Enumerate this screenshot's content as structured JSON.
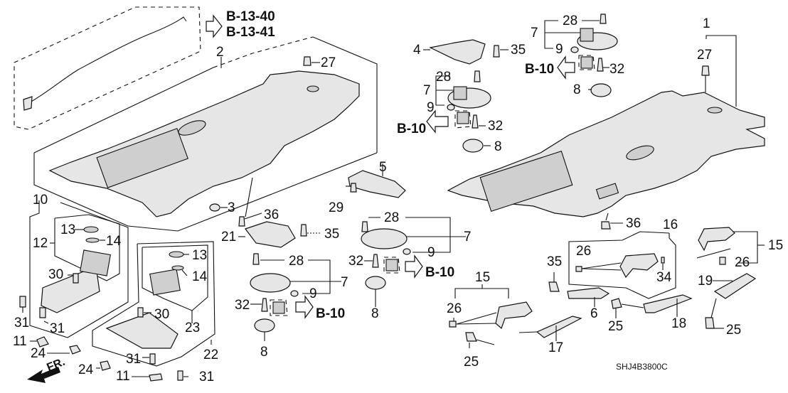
{
  "diagram": {
    "code": "SHJ4B3800C",
    "front_indicator": "FR.",
    "references": [
      {
        "id": "ref-b13",
        "lines": [
          "B-13-40",
          "B-13-41"
        ]
      },
      {
        "id": "ref-b10-a",
        "text": "B-10"
      },
      {
        "id": "ref-b10-b",
        "text": "B-10"
      },
      {
        "id": "ref-b10-c",
        "text": "B-10"
      },
      {
        "id": "ref-b10-d",
        "text": "B-10"
      }
    ],
    "callouts": [
      {
        "n": "1"
      },
      {
        "n": "2"
      },
      {
        "n": "3"
      },
      {
        "n": "4"
      },
      {
        "n": "5"
      },
      {
        "n": "6"
      },
      {
        "n": "7"
      },
      {
        "n": "8"
      },
      {
        "n": "9"
      },
      {
        "n": "10"
      },
      {
        "n": "11"
      },
      {
        "n": "12"
      },
      {
        "n": "13"
      },
      {
        "n": "14"
      },
      {
        "n": "15"
      },
      {
        "n": "16"
      },
      {
        "n": "17"
      },
      {
        "n": "18"
      },
      {
        "n": "19"
      },
      {
        "n": "21"
      },
      {
        "n": "22"
      },
      {
        "n": "23"
      },
      {
        "n": "24"
      },
      {
        "n": "25"
      },
      {
        "n": "26"
      },
      {
        "n": "27"
      },
      {
        "n": "28"
      },
      {
        "n": "29"
      },
      {
        "n": "30"
      },
      {
        "n": "31"
      },
      {
        "n": "32"
      },
      {
        "n": "34"
      },
      {
        "n": "35"
      },
      {
        "n": "36"
      }
    ]
  },
  "labels": {
    "l1": "1",
    "l2": "2",
    "l3": "3",
    "l4": "4",
    "l5": "5",
    "l6": "6",
    "l7a": "7",
    "l7b": "7",
    "l7c": "7",
    "l7d": "7",
    "l8a": "8",
    "l8b": "8",
    "l8c": "8",
    "l8d": "8",
    "l9a": "9",
    "l9b": "9",
    "l9c": "9",
    "l9d": "9",
    "l10": "10",
    "l11a": "11",
    "l11b": "11",
    "l12": "12",
    "l13a": "13",
    "l13b": "13",
    "l14a": "14",
    "l14b": "14",
    "l15a": "15",
    "l15b": "15",
    "l16": "16",
    "l17": "17",
    "l18": "18",
    "l19": "19",
    "l21": "21",
    "l22": "22",
    "l23": "23",
    "l24a": "24",
    "l24b": "24",
    "l25a": "25",
    "l25b": "25",
    "l25c": "25",
    "l26a": "26",
    "l26b": "26",
    "l26c": "26",
    "l27a": "27",
    "l27b": "27",
    "l28a": "28",
    "l28b": "28",
    "l28c": "28",
    "l28d": "28",
    "l29": "29",
    "l30a": "30",
    "l30b": "30",
    "l31a": "31",
    "l31b": "31",
    "l31c": "31",
    "l31d": "31",
    "l32a": "32",
    "l32b": "32",
    "l32c": "32",
    "l32d": "32",
    "l34": "34",
    "l35a": "35",
    "l35b": "35",
    "l35c": "35",
    "l36a": "36",
    "l36b": "36"
  },
  "refs": {
    "b13_line1": "B-13-40",
    "b13_line2": "B-13-41",
    "b10_a": "B-10",
    "b10_b": "B-10",
    "b10_c": "B-10",
    "b10_d": "B-10"
  }
}
